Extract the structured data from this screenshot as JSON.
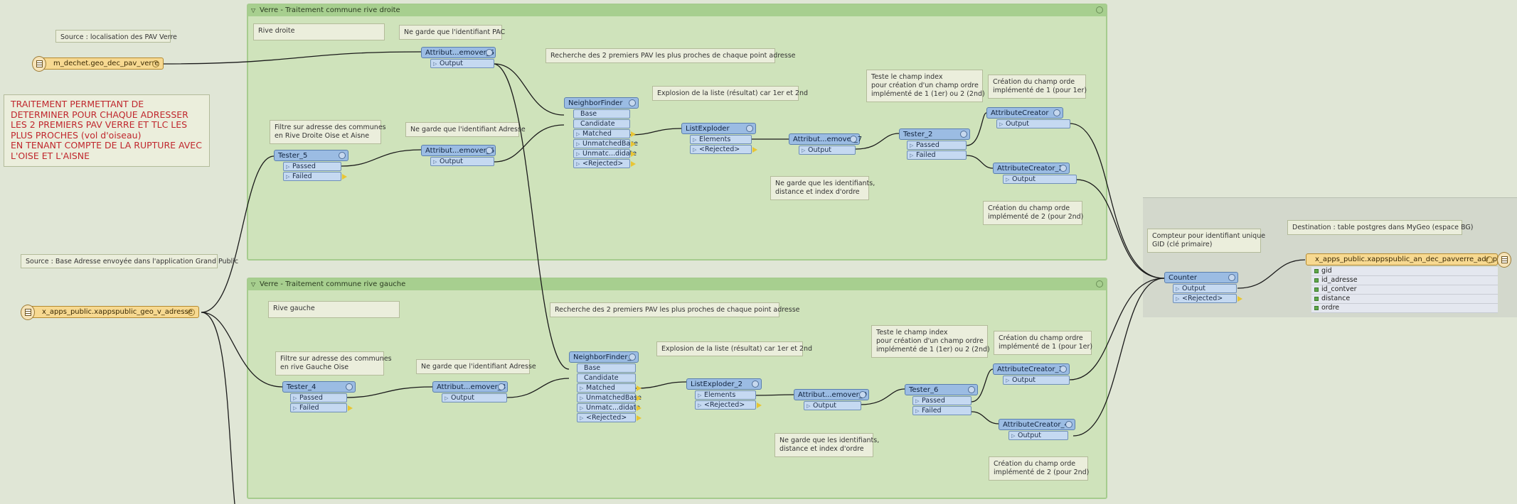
{
  "bookmarks": {
    "droite": {
      "title": "Verre - Traitement commune rive droite"
    },
    "gauche": {
      "title": "Verre - Traitement commune rive gauche"
    }
  },
  "notes": {
    "main": "TRAITEMENT PERMETTANT DE DETERMINER POUR CHAQUE ADRESSER LES 2 PREMIERS PAV VERRE ET TLC LES PLUS PROCHES (vol d'oiseau)\nEN TENANT COMPTE DE LA RUPTURE AVEC L'OISE ET L'AISNE",
    "src_pav": "Source : localisation des PAV Verre",
    "src_adr": "Source : Base Adresse envoyée dans l'application Grand Public",
    "rive_droite": "Rive droite",
    "rive_gauche": "Rive gauche",
    "pac_d": "Ne garde que l'identifiant PAC",
    "adr_d": "Ne garde que l'identifiant Adresse",
    "adr_g": "Ne garde que l'identifiant Adresse",
    "filtre_d": "Filtre sur adresse des communes\nen Rive Droite Oise et Aisne",
    "filtre_g": "Filtre sur adresse des communes\nen rive Gauche Oise",
    "rech_d": "Recherche des 2 premiers PAV les plus proches de chaque point adresse",
    "rech_g": "Recherche des 2 premiers PAV les plus proches de chaque point adresse",
    "expl_d": "Explosion de la liste (résultat) car 1er et 2nd",
    "expl_g": "Explosion de la liste (résultat) car 1er et 2nd",
    "garde_d": "Ne garde que les identifiants,\ndistance et index d'ordre",
    "garde_g": "Ne garde que les identifiants,\ndistance et index d'ordre",
    "teste_d": "Teste le champ index\npour création d'un champ ordre\nimplémenté de 1 (1er) ou 2 (2nd)",
    "teste_g": "Teste le champ index\npour création d'un champ ordre\nimplémenté de 1 (1er) ou 2 (2nd)",
    "ordre1_d": "Création du champ orde\nimplémenté de 1 (pour 1er)",
    "ordre1_g": "Création du champ ordre\nimplémenté de 1 (pour 1er)",
    "ordre2_d": "Création du champ orde\nimplémenté de 2 (pour 2nd)",
    "ordre2_g": "Création du champ orde\nimplémenté de 2 (pour 2nd)",
    "compteur": "Compteur pour identifiant unique\nGID (clé primaire)",
    "destination": "Destination : table postgres dans MyGeo (espace BG)"
  },
  "readers": {
    "pav": "m_dechet.geo_dec_pav_verre",
    "adresse": "x_apps_public.xappspublic_geo_v_adresse"
  },
  "writer": {
    "name": "x_apps_public.xappspublic_an_dec_pavverre_adr_proxi",
    "attributes": [
      "gid",
      "id_adresse",
      "id_contver",
      "distance",
      "ordre"
    ]
  },
  "ports": {
    "output": "Output",
    "passed": "Passed",
    "failed": "Failed",
    "base": "Base",
    "candidate": "Candidate",
    "matched": "Matched",
    "unmatched_base": "UnmatchedBase",
    "unmatched_candidate": "Unmatc...didate",
    "rejected": "<Rejected>",
    "elements": "Elements"
  },
  "transformers": {
    "t5": "Tester_5",
    "ar5": "Attribut...emover_5",
    "ar6": "Attribut...emover_6",
    "nf": "NeighborFinder",
    "le": "ListExploder",
    "ar7": "Attribut...emover_7",
    "t2": "Tester_2",
    "ac": "AttributeCreator",
    "ac2": "AttributeCreator_2",
    "t4": "Tester_4",
    "ar8": "Attribut...emover_8",
    "nf2": "NeighborFinder_2",
    "le2": "ListExploder_2",
    "ar9": "Attribut...emover_9",
    "t6": "Tester_6",
    "ac3": "AttributeCreator_3",
    "ac4": "AttributeCreator_4",
    "counter": "Counter"
  },
  "colors": {
    "bookmark_fill": "#cfe3bb",
    "bookmark_header": "#a7cf8f",
    "transformer": "#9bbce3",
    "feature_type": "#f7d991",
    "connection": "#1a1a1a",
    "port_ok": "#2f8a2f",
    "warning": "#e8c534",
    "note_red": "#c0272d"
  }
}
